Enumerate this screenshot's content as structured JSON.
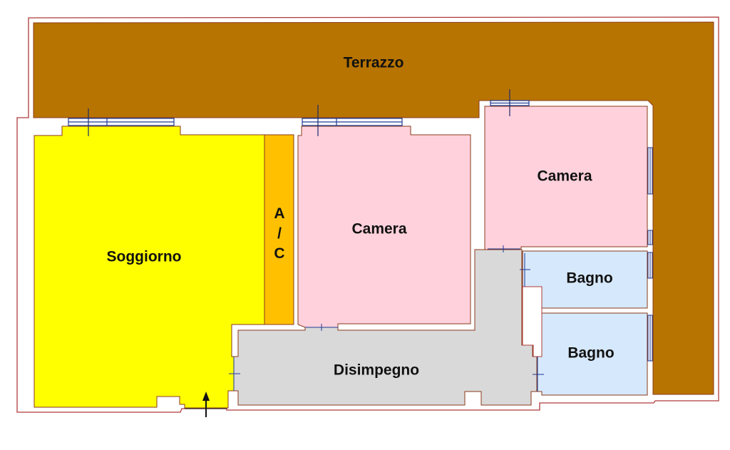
{
  "plan": {
    "colors": {
      "terrace": "#b87400",
      "living": "#ffff00",
      "closet": "#ffc000",
      "bedroom": "#ffd1dc",
      "hallway": "#d9d9d9",
      "bathroom": "#d6e8fb",
      "wall_line": "#b03a3a",
      "window_line": "#1f3a93"
    },
    "rooms": {
      "terrazzo": "Terrazzo",
      "soggiorno": "Soggiorno",
      "ac": {
        "line1": "A",
        "line2": "/",
        "line3": "C"
      },
      "camera_1": "Camera",
      "camera_2": "Camera",
      "bagno_1": "Bagno",
      "bagno_2": "Bagno",
      "disimpegno": "Disimpegno"
    },
    "entrance": "entrance-arrow"
  }
}
